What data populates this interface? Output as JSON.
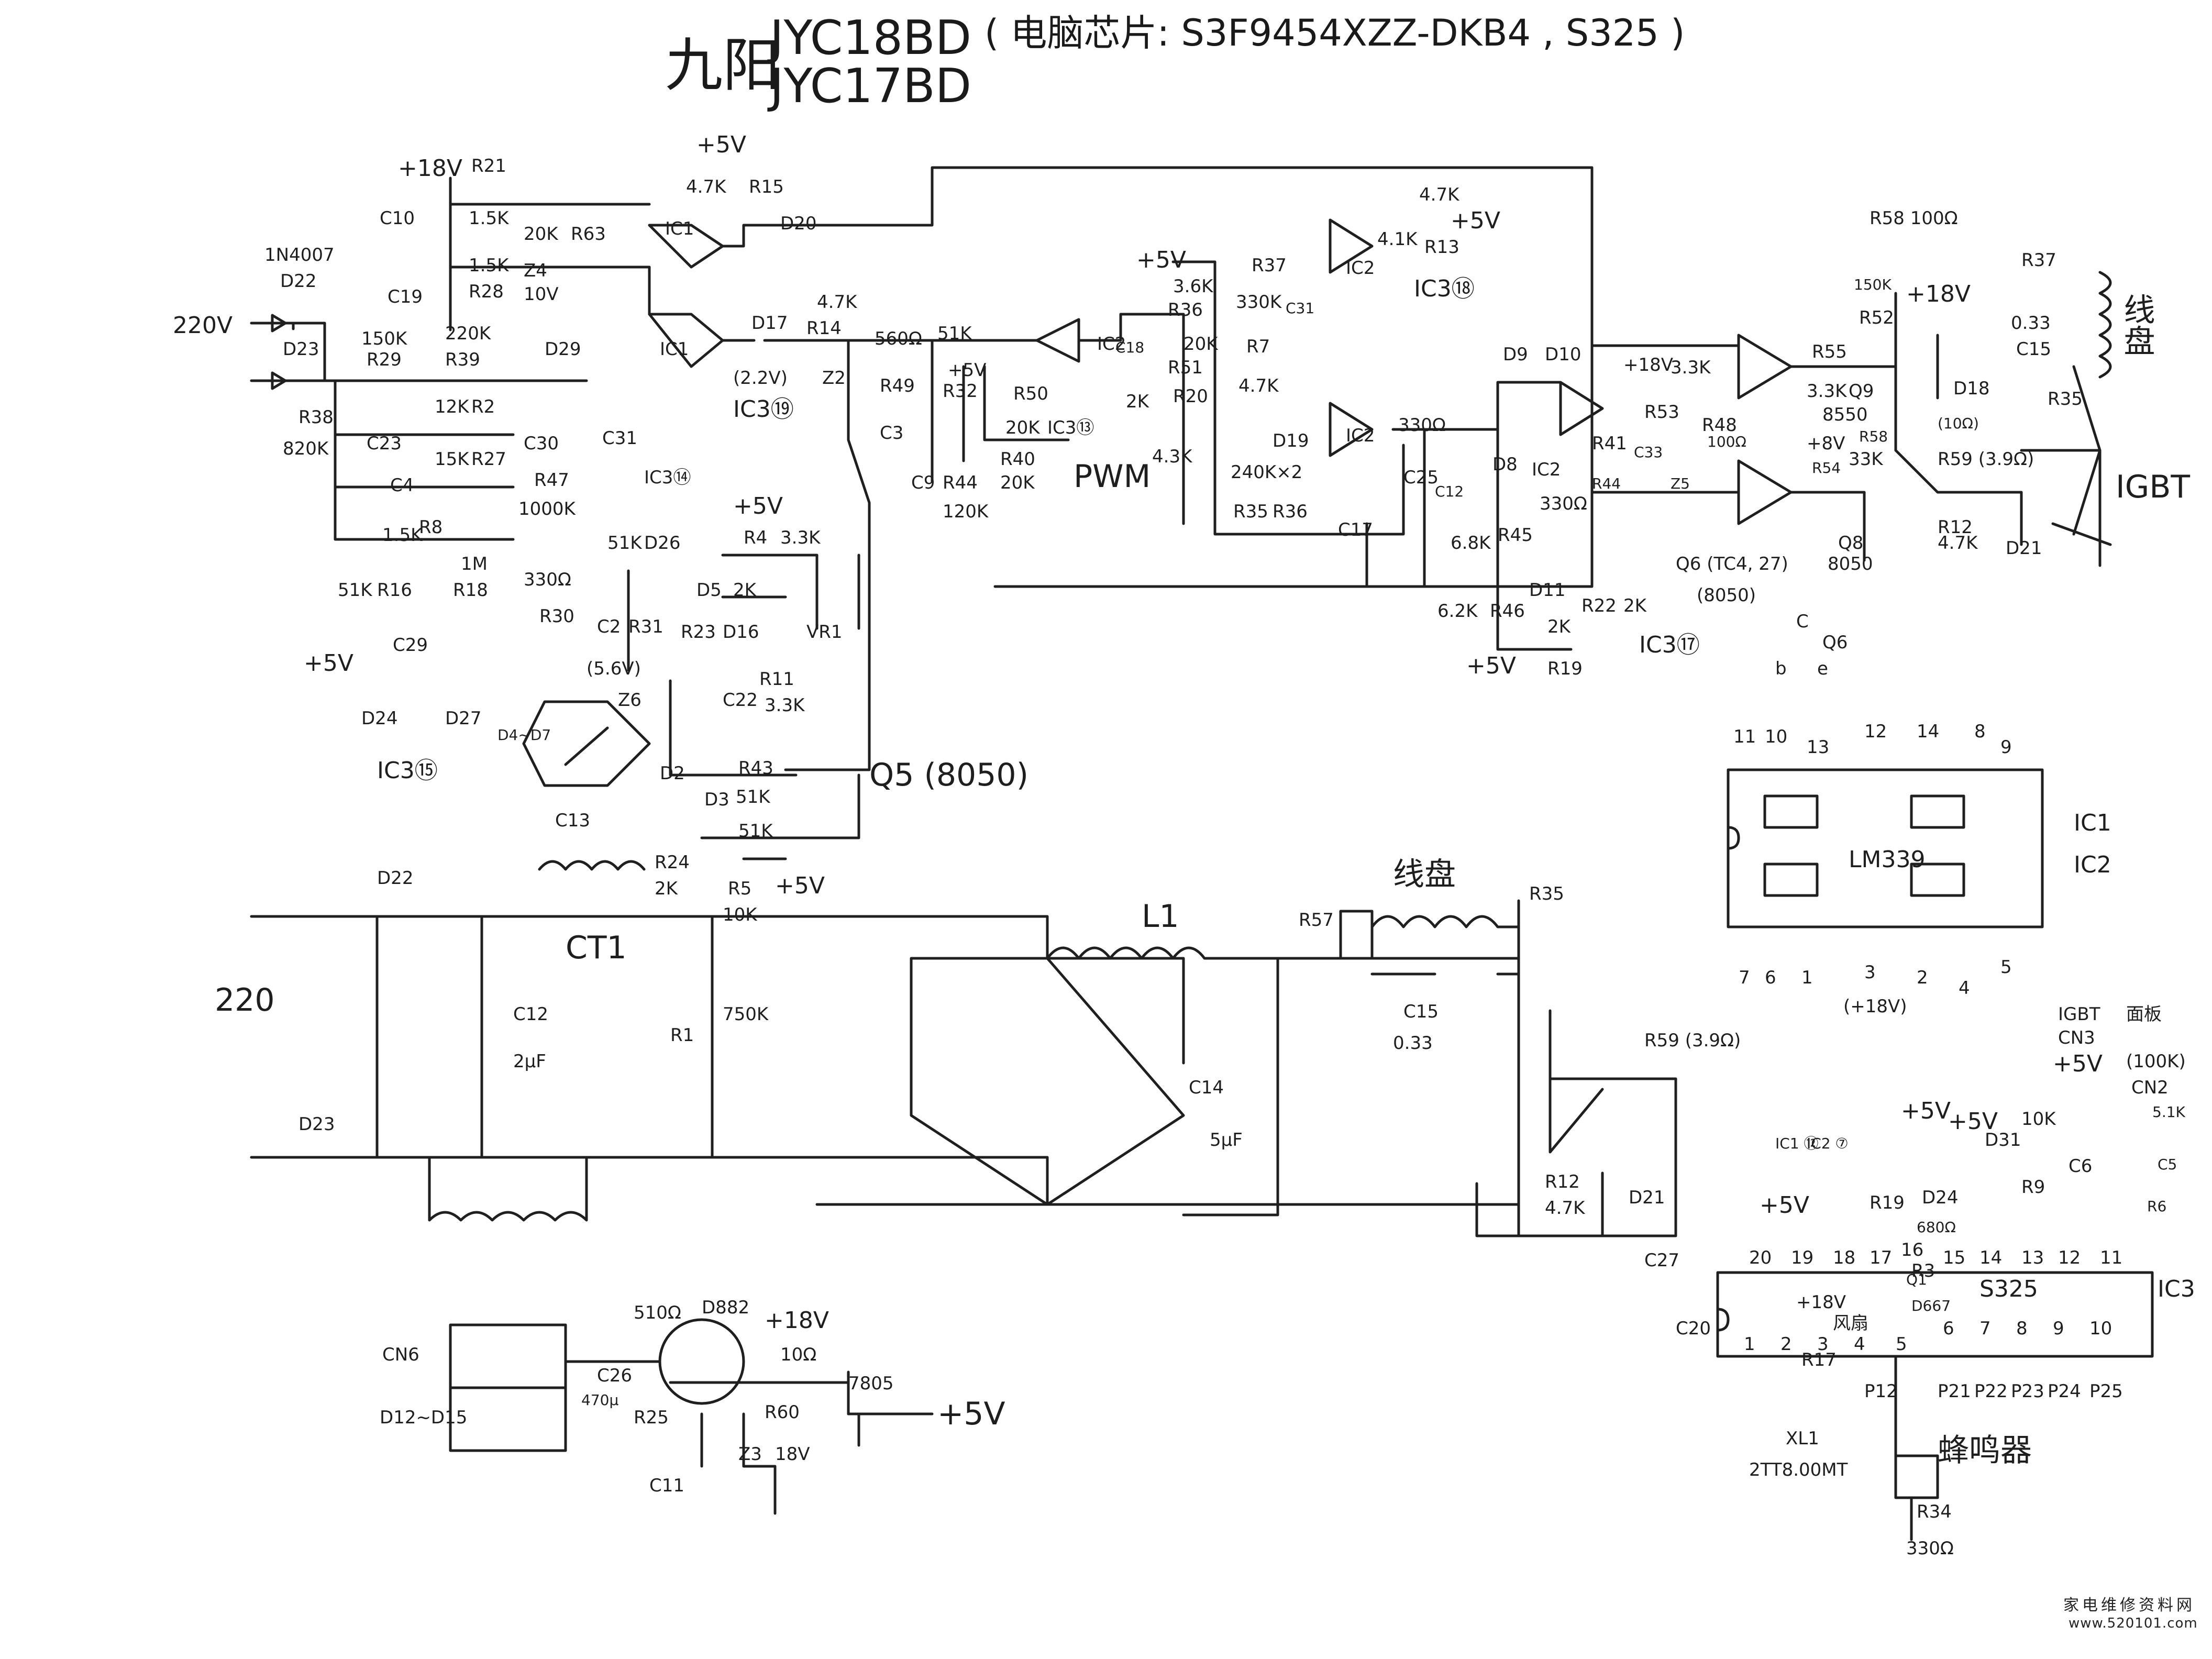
{
  "header": {
    "brand": "九阳",
    "model1": "JYC18BD",
    "chip_note": "( 电脑芯片:  S3F9454XZZ-DKB4 , S325 )",
    "model2": "JYC17BD"
  },
  "power_input": {
    "voltage_top": "220V",
    "voltage_main": "220",
    "diode_part": "1N4007",
    "diodes": [
      "D22",
      "D23"
    ]
  },
  "labels": {
    "r21": "R21",
    "r21v": "1.5K",
    "r28": "R28",
    "r28v": "1.5K",
    "v18_a": "+18V",
    "c10": "C10",
    "c19": "C19",
    "r63": "R63",
    "r63v": "20K",
    "z4": "Z4",
    "z4v": "10V",
    "ic1_a": "IC1",
    "ic1_b": "IC1",
    "v5_a": "+5V",
    "r15": "R15",
    "r15v": "4.7K",
    "d20": "D20",
    "r29": "R29",
    "r29v": "150K",
    "r39": "R39",
    "r39v": "220K",
    "r2": "R2",
    "r2v": "12K",
    "d29": "D29",
    "r38": "R38",
    "r38v": "820K",
    "c23": "C23",
    "r27": "R27",
    "r27v": "15K",
    "c30": "C30",
    "r47": "R47",
    "r47v": "1000K",
    "c31": "C31",
    "c4": "C4",
    "r8": "R8",
    "r8v": "1.5K",
    "r16": "R16",
    "r16v": "51K",
    "r18": "R18",
    "r18v": "1M",
    "c29": "C29",
    "v5_b": "+5V",
    "d24": "D24",
    "d27": "D27",
    "ic3_15": "IC3⑮",
    "ic3_14": "IC3⑭",
    "d17": "D17",
    "v22": "(2.2V)",
    "z2": "Z2",
    "ic3_19": "IC3⑲",
    "r14": "R14",
    "r14v": "4.7K",
    "r40a": "560Ω",
    "r40b": "51K",
    "ic2_a": "IC2",
    "ic2_b": "IC2",
    "ic2_c": "IC2",
    "ic2_d": "IC2",
    "r49": "R49",
    "r32": "R32",
    "v5_c": "+5V",
    "r50": "R50",
    "r50v": "20K",
    "ic3_13": "IC3⑬",
    "c3": "C3",
    "c9": "C9",
    "r44": "R44",
    "r44v": "120K",
    "r40": "R40",
    "r40v": "20K",
    "pwm": "PWM",
    "c18": "C18",
    "r36": "R36",
    "r36v": "3.6K",
    "r51": "R51",
    "r51v": "20K",
    "r20": "R20",
    "r20v": "2K",
    "r43k": "4.3K",
    "v5_d": "+5V",
    "r37": "R37",
    "r37v": "330K",
    "c31b": "C31",
    "r7": "R7",
    "r7v": "4.7K",
    "d19": "D19",
    "r35": "R35",
    "r35v": "240K×2",
    "r36b": "R36",
    "c17": "C17",
    "r13": "R13",
    "r13v1": "4.7K",
    "r13v2": "4.1K",
    "v5_e": "+5V",
    "ic3_18": "IC3⑱",
    "d9": "D9",
    "d10": "D10",
    "r330a": "330Ω",
    "r330b": "330Ω",
    "c25": "C25",
    "c12": "C12",
    "d8": "D8",
    "r45": "R45",
    "r45v": "6.8K",
    "d11": "D11",
    "r46": "R46",
    "r46v": "6.2K",
    "v5_f": "+5V",
    "r19": "R19",
    "r19v": "2K",
    "r22": "R22",
    "r22v": "2K",
    "ic3_17": "IC3⑰",
    "r41": "R41",
    "r44b": "R44",
    "c33": "C33",
    "z5": "Z5",
    "q6": "Q6 (TC4, 27)",
    "q6b": "(8050)",
    "v18_b": "+18V",
    "r53": "R53",
    "r53v": "3.3K",
    "r48": "R48",
    "r48v": "100Ω",
    "r55": "R55",
    "r55v": "3.3K",
    "q9": "Q9",
    "q9v": "8550",
    "r52": "R52",
    "r52v": "150K",
    "v18_c": "+18V",
    "d18": "D18",
    "d18v": "(10Ω)",
    "r58": "R58",
    "r58v": "R58 100Ω",
    "v8": "+8V",
    "r54": "R54",
    "r54v": "33K",
    "q8": "Q8",
    "q8v": "8050",
    "r59": "R59 (3.9Ω)",
    "r12": "R12",
    "r12v": "4.7K",
    "d21": "D21",
    "r37b": "R37",
    "c15": "C15",
    "c15v": "0.33",
    "r35b": "R35",
    "coil_cn": "线盘",
    "igbt": "IGBT",
    "c_label": "C",
    "q6_tag": "Q6",
    "b_label": "b",
    "e_label": "e",
    "r30": "R30",
    "r30v": "330Ω",
    "c2": "C2",
    "r31": "R31",
    "d26": "D26",
    "r26v": "51K",
    "d5": "D5",
    "d52k": "2K",
    "r23": "R23",
    "v5_g": "+5V",
    "r4": "R4",
    "r4v": "3.3K",
    "d16": "D16",
    "vr1": "VR1",
    "r11": "R11",
    "r11v": "3.3K",
    "z6": "Z6",
    "z6v": "(5.6V)",
    "c22": "C22",
    "d4d7": "D4~D7",
    "d2": "D2",
    "d3": "D3",
    "r43": "R43",
    "r43v": "51K",
    "r5v": "51K",
    "q5": "Q5 (8050)",
    "c13": "C13",
    "r24": "R24",
    "r24v": "2K",
    "r5": "R5",
    "r5b": "10K",
    "v5_h": "+5V",
    "ct1": "CT1",
    "d22b": "D22",
    "d23b": "D23",
    "c12b": "C12",
    "c12v": "2μF",
    "r1": "R1",
    "r1v": "750K",
    "l1": "L1",
    "r57": "R57",
    "r35c": "R35",
    "c15b": "C15",
    "c15bv": "0.33",
    "c14": "C14",
    "c14v": "5μF",
    "r59b": "R59 (3.9Ω)",
    "r12b": "R12",
    "r12bv": "4.7K",
    "d21b": "D21",
    "cn6": "CN6",
    "d12d15": "D12~D15",
    "c26": "C26",
    "c26v": "470μ",
    "r25": "R25",
    "r25v": "510Ω",
    "d882": "D882",
    "v18_d": "+18V",
    "r60": "R60",
    "r60v": "10Ω",
    "reg": "7805",
    "v5_out": "+5V",
    "c11": "C11",
    "z3": "Z3",
    "z3v": "18V"
  },
  "lm339": {
    "name": "LM339",
    "ic1": "IC1",
    "ic2": "IC2",
    "top_pins": [
      "11",
      "10",
      "13",
      "12",
      "14",
      "8",
      "9"
    ],
    "bottom_pins": [
      "7",
      "6",
      "1",
      "3",
      "2",
      "4",
      "5"
    ],
    "supply_note": "(+18V)"
  },
  "s325": {
    "name": "S325",
    "ic": "IC3",
    "top_pins": [
      "20",
      "19",
      "18",
      "17",
      "16",
      "15",
      "14",
      "13",
      "12",
      "11"
    ],
    "bottom_pins": [
      "1",
      "2",
      "3",
      "4",
      "5",
      "6",
      "7",
      "8",
      "9",
      "10"
    ],
    "ic1_ref": "IC1 ⑫",
    "ic2_ref": "IC2 ⑦",
    "v5_1": "+5V",
    "v5_2": "+5V",
    "v5_3": "+5V",
    "v5_4": "+5V",
    "r19": "R19",
    "d24": "D24",
    "d31": "D31",
    "r9": "R9",
    "r9v": "10K",
    "c6": "C6",
    "igbt": "IGBT",
    "cn3": "CN3",
    "face": "面板",
    "face_v": "(100K)",
    "cn2": "CN2",
    "r3k": "5.1K",
    "c5": "C5",
    "r6": "R6",
    "c27": "C27",
    "c20": "C20",
    "r3": "R3",
    "r680": "680Ω",
    "q1": "Q1",
    "d667": "D667",
    "fan": "风扇",
    "v18": "+18V",
    "r17": "R17",
    "xl1": "XL1",
    "crystal": "2TT8.00MT",
    "p12": "P12",
    "p21": "P21",
    "p22": "P22",
    "p23": "P23",
    "p24": "P24",
    "p25": "P25",
    "buzzer": "蜂鸣器",
    "r34": "R34",
    "r34v": "330Ω"
  },
  "footer": {
    "site_name": "家电维修资料网",
    "url": "www.520101.com"
  }
}
